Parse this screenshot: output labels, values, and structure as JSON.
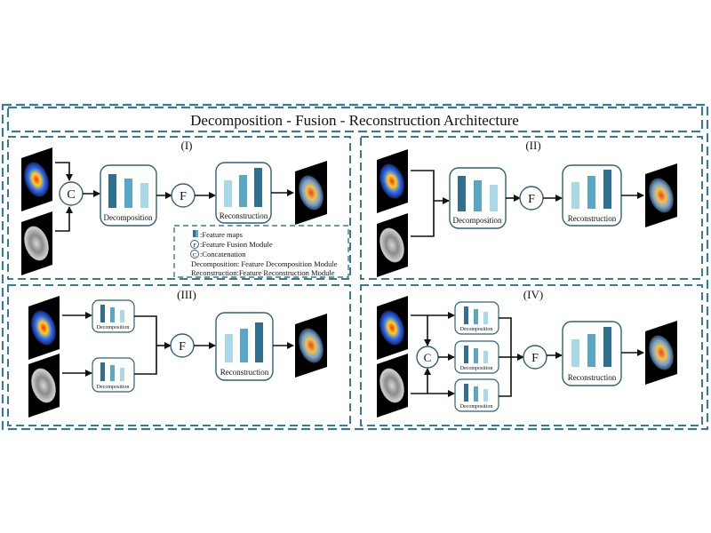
{
  "title": "Decomposition - Fusion - Reconstruction Architecture",
  "panels": [
    {
      "label": "(I)"
    },
    {
      "label": "(II)"
    },
    {
      "label": "(III)"
    },
    {
      "label": "(IV)"
    }
  ],
  "nodes": {
    "concat_symbol": "C",
    "fusion_symbol": "F",
    "decomposition_label": "Decomposition",
    "reconstruction_label": "Reconstruction"
  },
  "legend": {
    "feature_maps": ":Feature maps",
    "fusion_symbol": "F",
    "fusion_module": ":Feature Fusion Module",
    "concat_symbol": "C",
    "concatenation": ":Concatenation",
    "decomposition_def": "Decomposition: Feature Decomposition Module",
    "reconstruction_def": "Reconstruction:Feature Reconstruction Module"
  },
  "colors": {
    "dashed_border": "#3b7a96",
    "module_border": "#2f6079",
    "bar_dark": "#2f6f8f",
    "bar_mid": "#5aa6c6",
    "bar_light": "#a9d8e6",
    "arrow": "#111111"
  }
}
